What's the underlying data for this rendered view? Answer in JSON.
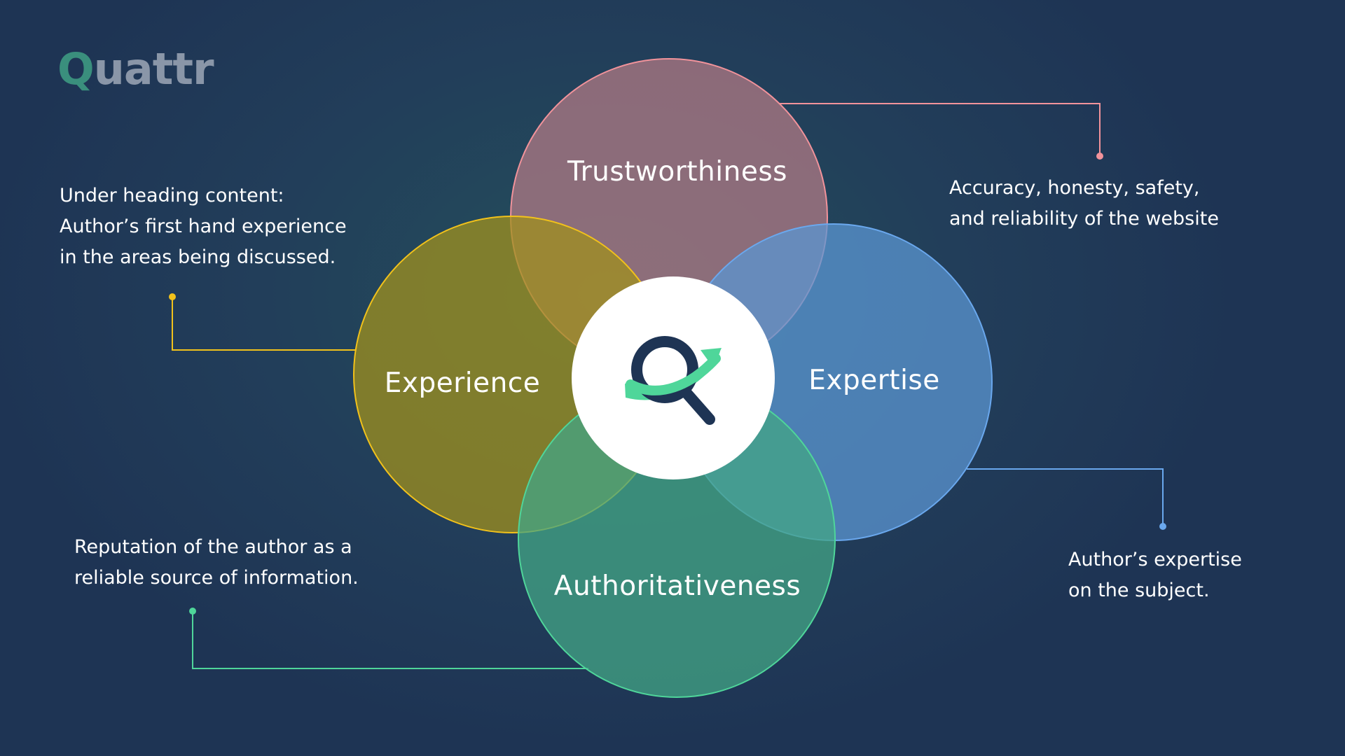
{
  "brand": {
    "logo_text_first": "Q",
    "logo_text_rest": "uattr"
  },
  "circles": [
    {
      "id": "trustworthiness",
      "label": "Trustworthiness",
      "fill": "#b07a84",
      "stroke": "#f2939b"
    },
    {
      "id": "experience",
      "label": "Experience",
      "fill": "#a0901e",
      "stroke": "#f2c21b"
    },
    {
      "id": "expertise",
      "label": "Expertise",
      "fill": "#5b95d1",
      "stroke": "#6aa8ee"
    },
    {
      "id": "authoritativeness",
      "label": "Authoritativeness",
      "fill": "#43a586",
      "stroke": "#4fd69a"
    }
  ],
  "descriptions": {
    "experience": {
      "lines": [
        "Under heading content:",
        "Author’s first hand experience",
        "in the areas being discussed."
      ],
      "color": "#f2c21b"
    },
    "trustworthiness": {
      "lines": [
        "Accuracy, honesty, safety,",
        "and reliability of the website"
      ],
      "color": "#f2939b"
    },
    "expertise": {
      "lines": [
        "Author’s expertise",
        "on the subject."
      ],
      "color": "#6aa8ee"
    },
    "authoritativeness": {
      "lines": [
        "Reputation of the author as a",
        "reliable source of information."
      ],
      "color": "#4fd69a"
    }
  },
  "center": {
    "icon": "magnifier-arrow-icon",
    "ring_color": "#1e3454",
    "arrow_color": "#4fd69a"
  }
}
